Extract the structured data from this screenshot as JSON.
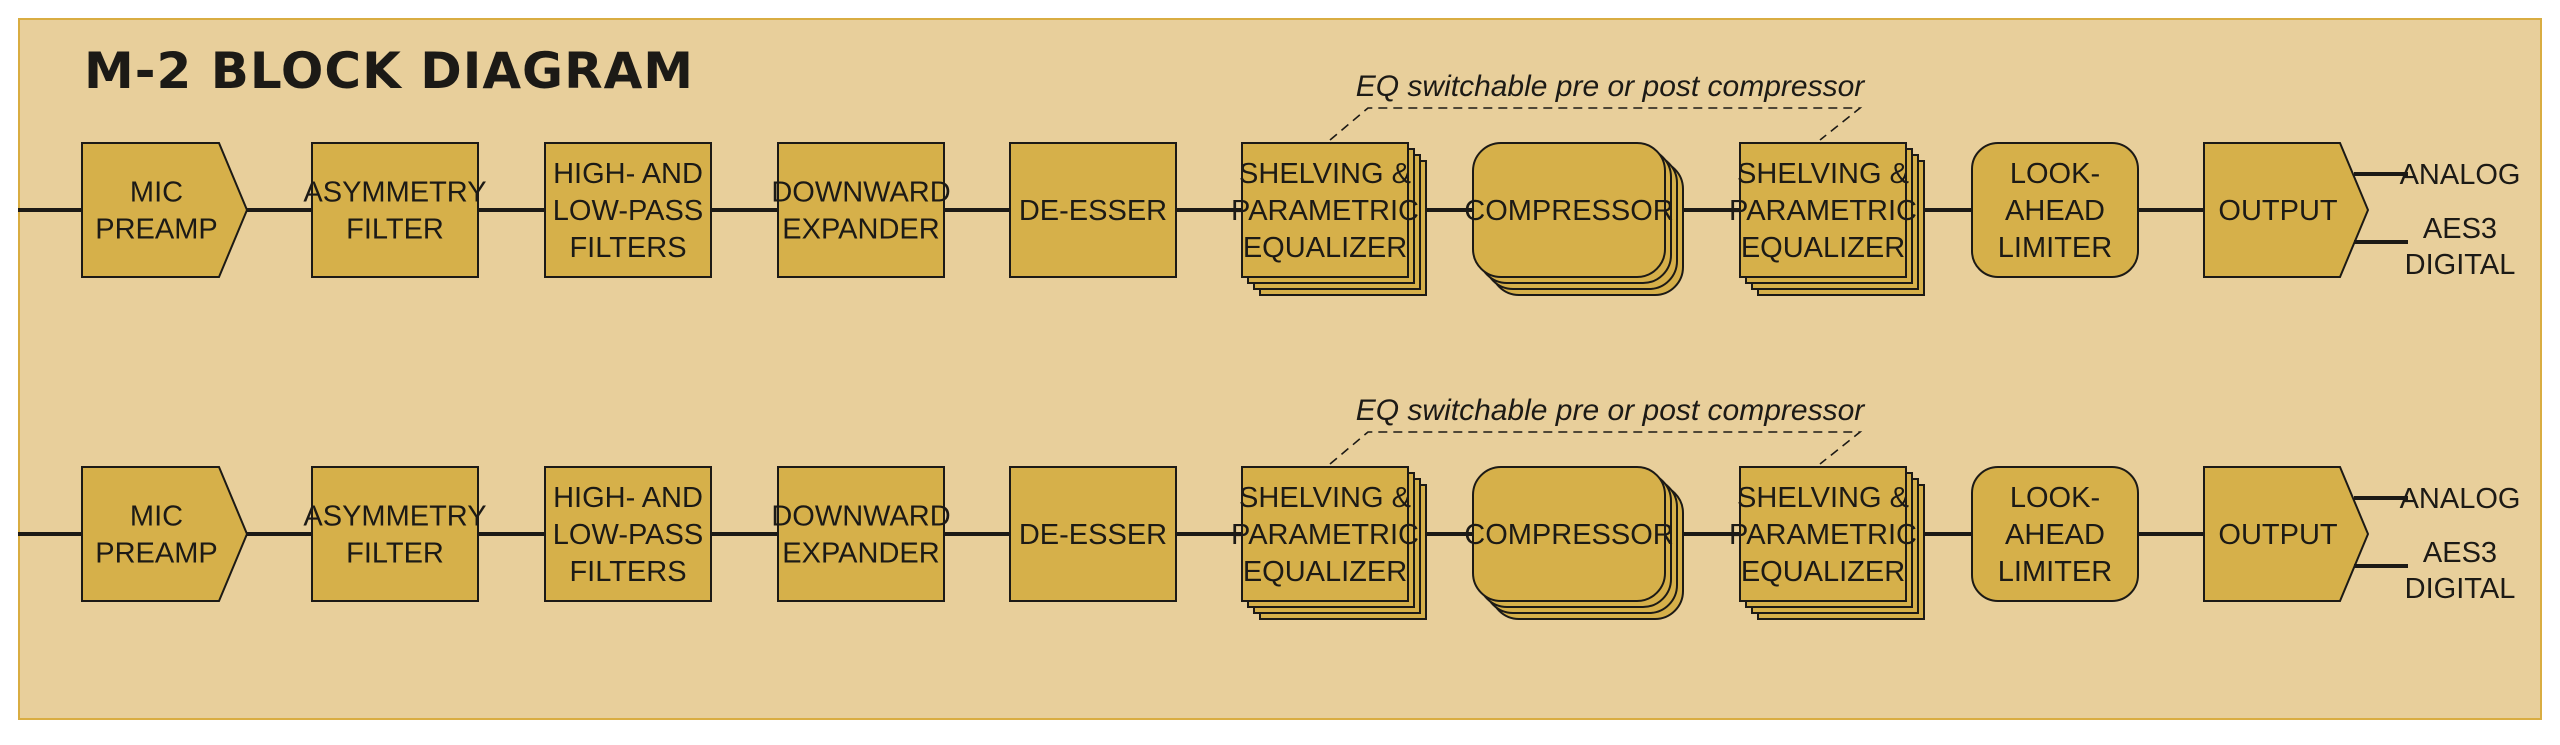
{
  "title": "M-2 BLOCK DIAGRAM",
  "eq_note": "EQ switchable pre or post compressor",
  "blocks": [
    {
      "lines": [
        "MIC",
        "PREAMP"
      ]
    },
    {
      "lines": [
        "ASYMMETRY",
        "FILTER"
      ]
    },
    {
      "lines": [
        "HIGH- AND",
        "LOW-PASS",
        "FILTERS"
      ]
    },
    {
      "lines": [
        "DOWNWARD",
        "EXPANDER"
      ]
    },
    {
      "lines": [
        "DE-ESSER"
      ]
    },
    {
      "lines": [
        "SHELVING &",
        "PARAMETRIC",
        "EQUALIZER"
      ]
    },
    {
      "lines": [
        "COMPRESSOR"
      ]
    },
    {
      "lines": [
        "SHELVING &",
        "PARAMETRIC",
        "EQUALIZER"
      ]
    },
    {
      "lines": [
        "LOOK-",
        "AHEAD",
        "LIMITER"
      ]
    },
    {
      "lines": [
        "OUTPUT"
      ]
    }
  ],
  "outputs": [
    {
      "lines": [
        "ANALOG"
      ]
    },
    {
      "lines": [
        "AES3",
        "DIGITAL"
      ]
    }
  ],
  "channels": 2
}
